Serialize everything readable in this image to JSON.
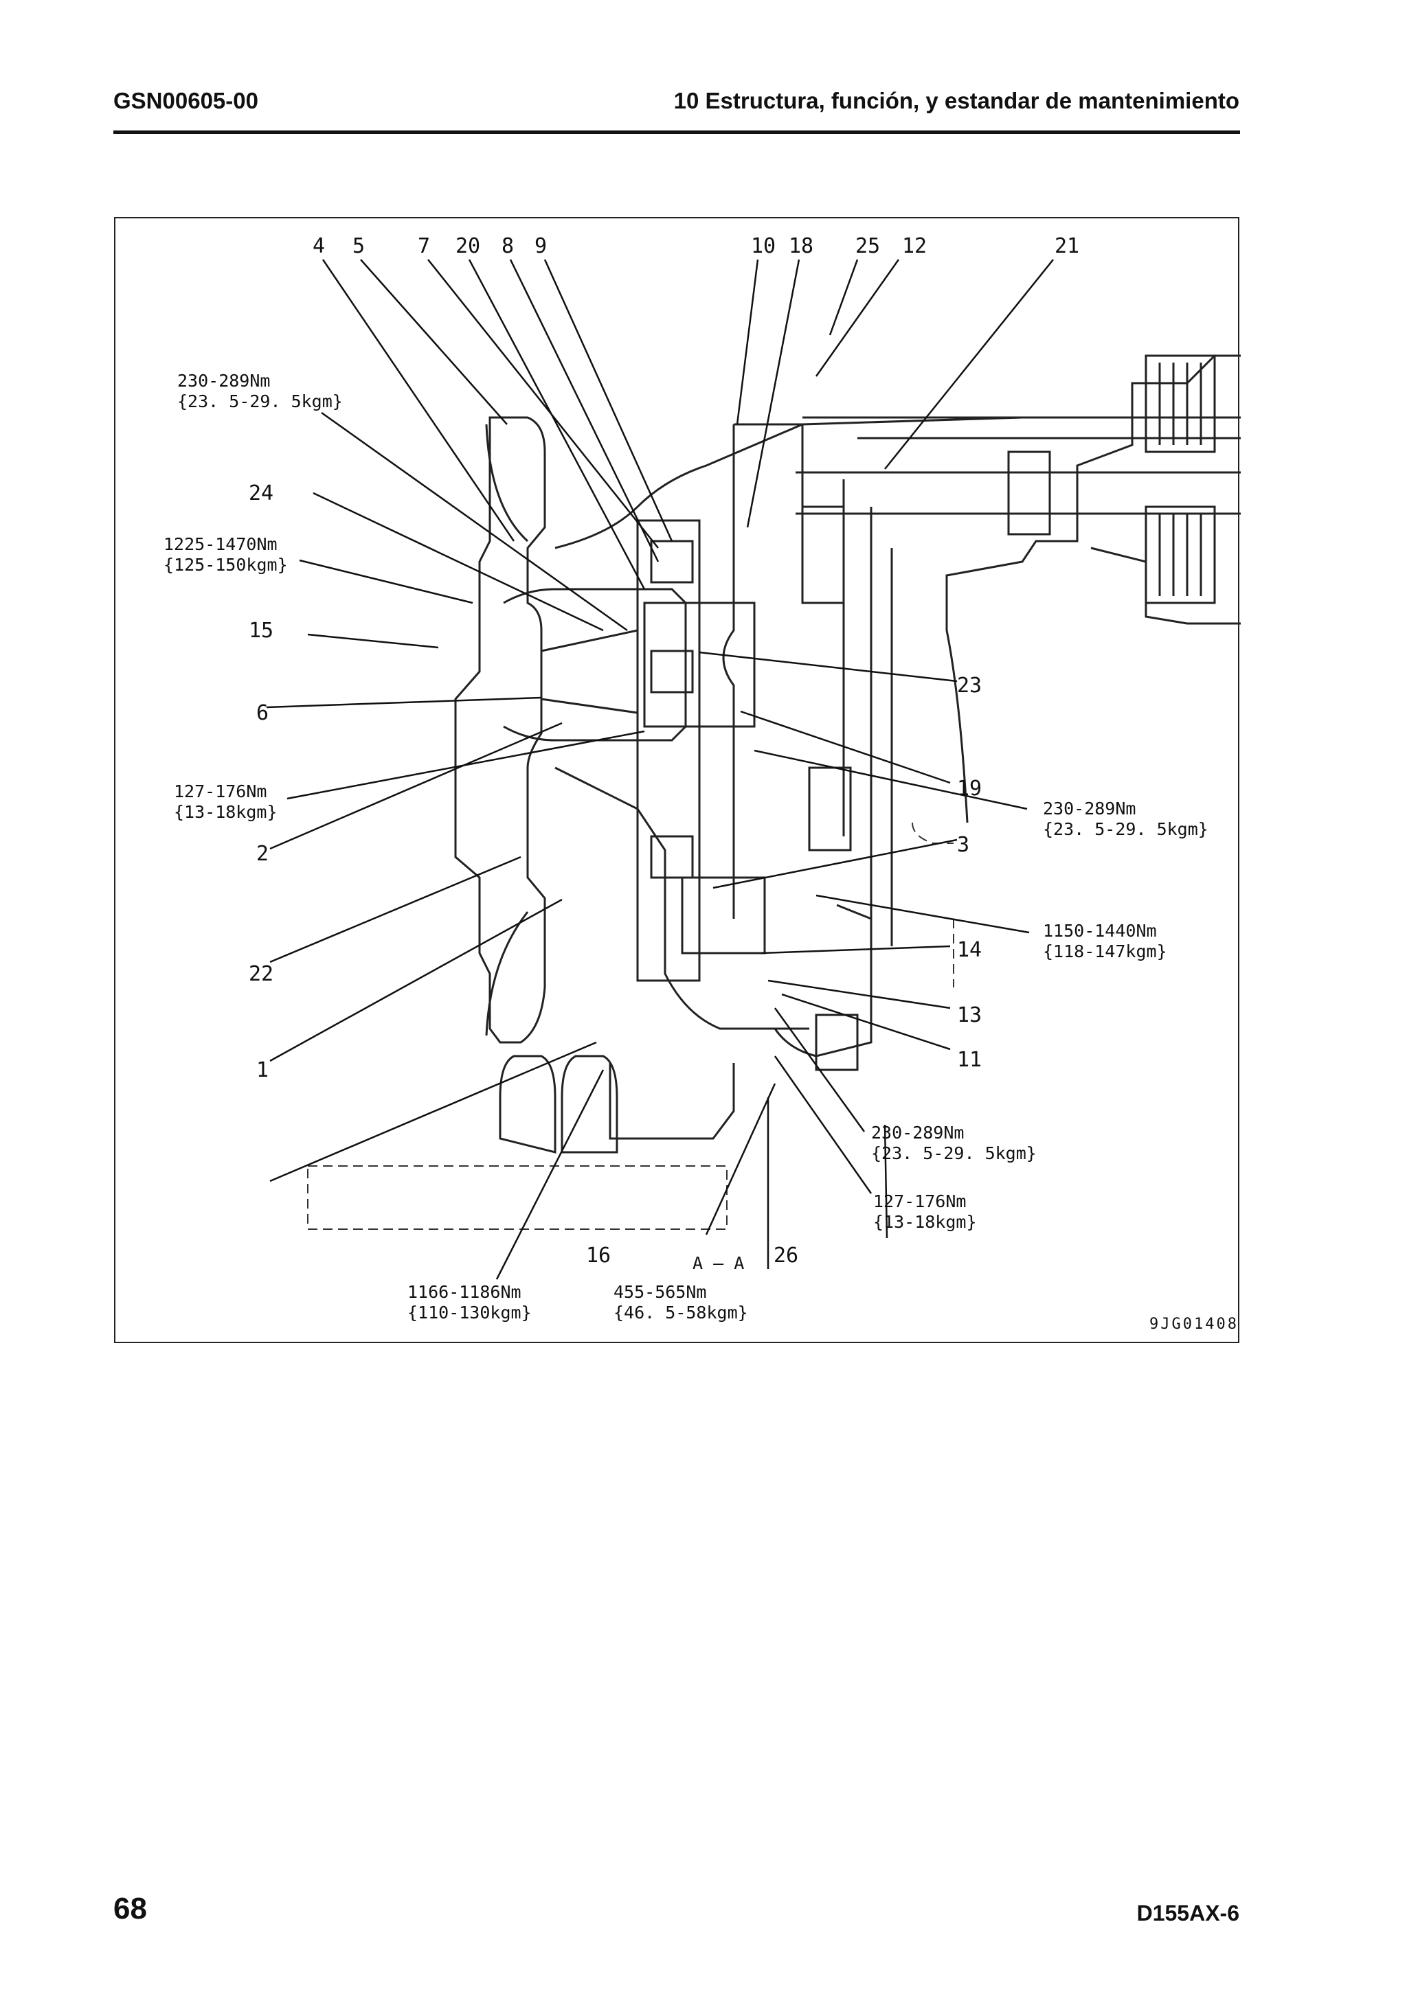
{
  "header": {
    "doc_code": "GSN00605-00",
    "section_title": "10 Estructura, función, y estandar de mantenimiento"
  },
  "figure": {
    "part_numbers": [
      "4",
      "5",
      "7",
      "20",
      "8",
      "9",
      "10",
      "18",
      "25",
      "12",
      "21",
      "24",
      "15",
      "6",
      "2",
      "22",
      "1",
      "23",
      "19",
      "3",
      "14",
      "13",
      "11",
      "16",
      "26"
    ],
    "torques": [
      {
        "nm": "230-289Nm",
        "kgm": "{23. 5-29. 5kgm}"
      },
      {
        "nm": "1225-1470Nm",
        "kgm": "{125-150kgm}"
      },
      {
        "nm": "127-176Nm",
        "kgm": "{13-18kgm}"
      },
      {
        "nm": "230-289Nm",
        "kgm": "{23. 5-29. 5kgm}"
      },
      {
        "nm": "1150-1440Nm",
        "kgm": "{118-147kgm}"
      },
      {
        "nm": "230-289Nm",
        "kgm": "{23. 5-29. 5kgm}"
      },
      {
        "nm": "127-176Nm",
        "kgm": "{13-18kgm}"
      },
      {
        "nm": "1166-1186Nm",
        "kgm": "{110-130kgm}"
      },
      {
        "nm": "455-565Nm",
        "kgm": "{46. 5-58kgm}"
      }
    ],
    "section_label": "A — A",
    "figure_code": "9JG01408"
  },
  "footer": {
    "page_number": "68",
    "model": "D155AX-6"
  }
}
